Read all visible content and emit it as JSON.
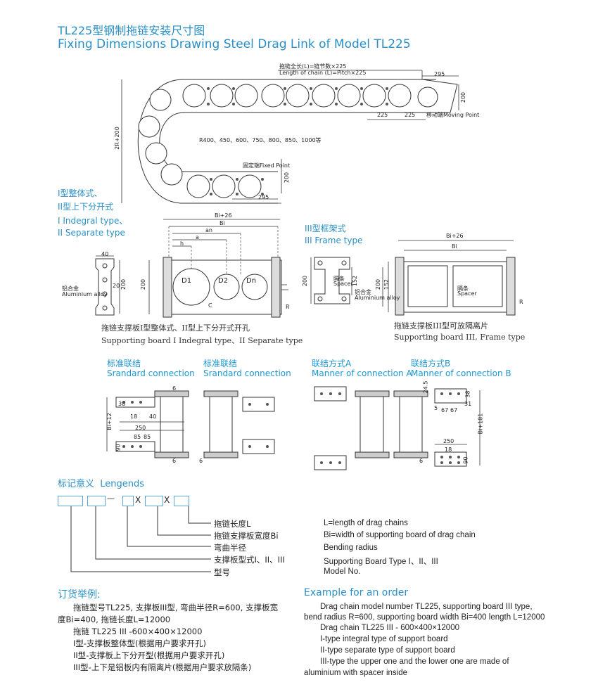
{
  "title": {
    "cn": "TL225型钢制拖链安装尺寸图",
    "en": "Fixing Dimensions Drawing Steel Drag Link of Model TL225"
  },
  "top_drawing": {
    "chain_length_cn": "拖链全长(L)=链节数×225",
    "chain_length_en": "Length of chain (L)=Pitch×225",
    "dim_295_top": "295",
    "dim_200_right": "200",
    "dim_225_a": "225",
    "dim_225_b": "225",
    "moving_point": "移动端Moving Point",
    "height_label": "2R+200",
    "radius_list": "R400、450、600、750、800、850、1000等",
    "fixed_point": "固定端Fixed Point",
    "dim_200_fixed": "200",
    "dim_295_bottom": "295"
  },
  "type12": {
    "cn1": "I型整体式、",
    "cn2": "II型上下分开式",
    "en1": "I Indegral type、",
    "en2": "II Separate type",
    "dim_40": "40",
    "dim_20": "20",
    "dim_200": "200",
    "alloy_cn": "铝合金",
    "alloy_en": "Aluminium alloy",
    "bi26": "Bi+26",
    "bi": "Bi",
    "an": "an",
    "a": "a",
    "h": "h",
    "d1": "D1",
    "d2": "D2",
    "dn": "Dn",
    "c": "C",
    "r": "R",
    "dim_200b": "200",
    "caption_cn": "拖链支撑板I型整体式、II型上下分开式开孔",
    "caption_en": "Supporting board I Indegral type、II Separate type"
  },
  "type3": {
    "cn": "III型框架式",
    "en": "III Frame type",
    "dim_200": "200",
    "dim_152": "152",
    "spacer_cn": "隔条",
    "spacer_en": "Spacer",
    "alloy_cn": "铝合金",
    "alloy_en": "Aluminium alloy",
    "bi26": "Bi+26",
    "bi": "Bi",
    "dim_200b": "200",
    "dim_152b": "152",
    "r": "R",
    "caption_cn": "拖链支撑板III型可放隔离片",
    "caption_en": "Supporting board III, Frame type"
  },
  "connections": {
    "std1_cn": "标准联结",
    "std1_en": "Srandard connection",
    "std2_cn": "标准联结",
    "std2_en": "Srandard connection",
    "a_cn": "联结方式A",
    "a_en": "Manner of connection A",
    "b_cn": "联结方式B",
    "b_en": "Manner of connection B",
    "dim_6a": "6",
    "dim_38": "38",
    "dim_18": "18",
    "dim_40": "40",
    "bi12": "Bi+12",
    "dim_250": "250",
    "dim_85a": "85",
    "dim_85b": "85",
    "dim_90": "90",
    "dim_6b": "6",
    "dim_6c": "6",
    "dim_245": "24.5",
    "dim_38b": "38",
    "dim_31": "31",
    "dim_5": "5",
    "dim_67a": "67",
    "dim_67b": "67",
    "bi181": "Bi+181",
    "dim_250b": "250",
    "dim_18b": "18",
    "dim_90b": "90",
    "dim_6d": "6"
  },
  "legends": {
    "heading_cn": "标记意义",
    "heading_en": "Lengends",
    "sep_dash": "—",
    "sep_x1": "X",
    "sep_x2": "X",
    "items_cn": [
      "拖链长度L",
      "拖链支撑板宽度Bi",
      "弯曲半径",
      "支撑板型式I、II、III",
      "型号"
    ],
    "items_en": [
      "L=length of drag chains",
      "Bi=width of supporting board of drag chain",
      "Bending radius",
      "Supporting Board Type I、II、III",
      "Model No."
    ]
  },
  "order": {
    "heading_cn": "订货举例:",
    "heading_en": "Example for an order",
    "cn_lines": [
      "拖链型号TL225, 支撑板III型, 弯曲半径R=600, 支撑板宽",
      "度Bi=400, 拖链长度L=12000",
      "拖链 TL225 III -600×400×12000",
      "I型-支撑板整体型(根据用户要求开孔)",
      "II型-支撑板上下分开型(根据用户要求开孔)",
      "III型-上下是铝板内有隔离片(根据用户要求放隔条)"
    ],
    "en_lines": [
      "Drag chain model number TL225, supporting board III type,",
      "bend radius R=600, supporting board width Bi=400 length L=12000",
      "Drag chain TL225 III - 600×400×12000",
      "I-type integral type of support board",
      "II-type separate type of support board",
      "III-type the upper one and the lower one are made of",
      "aluminium with spacer inside"
    ]
  }
}
